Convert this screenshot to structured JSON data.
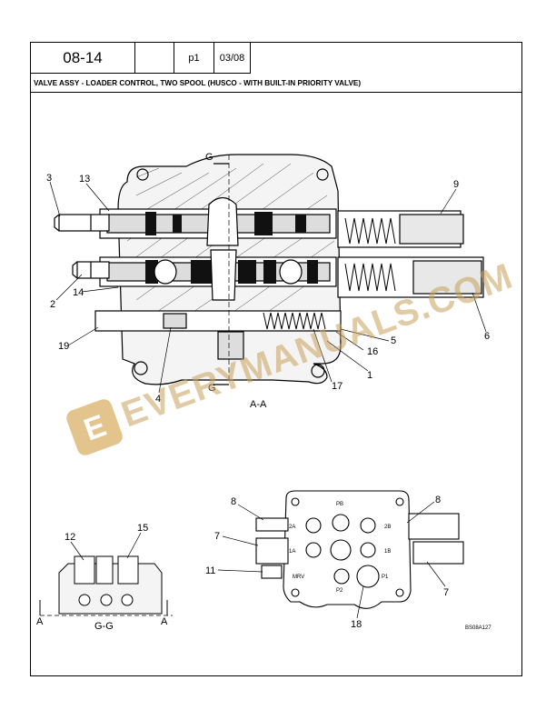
{
  "header": {
    "page_number": "08-14",
    "blank_cell": "",
    "revision": "p1",
    "date": "03/08"
  },
  "title": "VALVE ASSY - LOADER CONTROL, TWO SPOOL (HUSCO - WITH BUILT-IN PRIORITY VALVE)",
  "watermark": {
    "text": "EVERYMANUALS.COM",
    "logo_letter": "E",
    "color": "#c7a25a"
  },
  "section_view_label": "A-A",
  "section_marker_top": "G",
  "section_marker_bottom": "G",
  "section_view_label_gg": "G-G",
  "section_marker_a": "A",
  "callouts": {
    "c3": "3",
    "c13": "13",
    "c9": "9",
    "c2": "2",
    "c14": "14",
    "c19": "19",
    "c4": "4",
    "c17": "17",
    "c1": "1",
    "c16": "16",
    "c5": "5",
    "c6": "6",
    "c8a": "8",
    "c8b": "8",
    "c7a": "7",
    "c7b": "7",
    "c11": "11",
    "c18": "18",
    "c12": "12",
    "c15": "15"
  },
  "port_labels": {
    "p2a": "2A",
    "p2b": "2B",
    "p1a": "1A",
    "p1b": "1B",
    "pb": "PB",
    "mrv": "MRV",
    "p2": "P2",
    "p1": "P1"
  },
  "drawing_code": "BS08A127"
}
